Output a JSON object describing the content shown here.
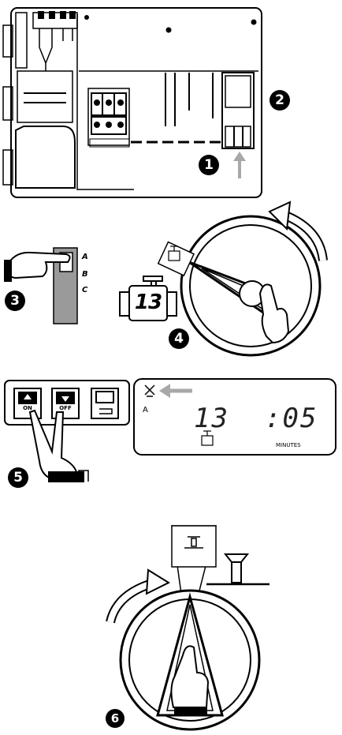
{
  "callouts": {
    "c1": "1",
    "c2": "2",
    "c3": "3",
    "c4": "4",
    "c5": "5",
    "c6": "6"
  },
  "switch_positions": {
    "a": "A",
    "b": "B",
    "c": "C"
  },
  "station_number": "13",
  "buttons": {
    "on_label": "ON",
    "off_label": "OFF"
  },
  "lcd": {
    "program": "A",
    "station": "13",
    "time": ":05",
    "unit": "MINUTES"
  },
  "icons": {
    "station": "valve-icon",
    "sprinkler": "sprinkler-head-icon",
    "arrow": "arrow-icon",
    "hand": "pointing-hand-icon",
    "rotate": "curved-arrow-icon"
  },
  "colors": {
    "ink": "#000000",
    "arrow_gray": "#a8a8a8",
    "paper": "#ffffff"
  }
}
